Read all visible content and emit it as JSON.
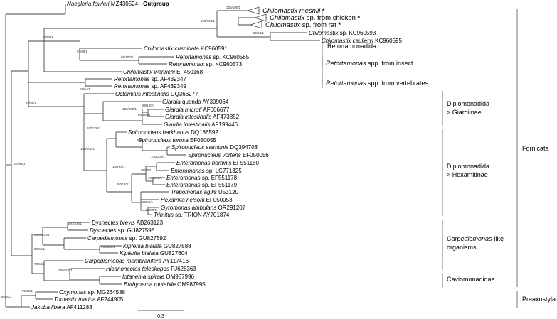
{
  "tree": {
    "outgroup_label": "Outgroup",
    "tips": [
      {
        "id": "nf",
        "name": "Naegleria fowleri",
        "acc": "MZ430524"
      },
      {
        "id": "cm",
        "name": "Chilomastix mesnili",
        "acc": "",
        "collapsed": true,
        "star": "*"
      },
      {
        "id": "cch",
        "name": "Chilomastix",
        "suffix": "sp. from chicken",
        "acc": "",
        "collapsed": true,
        "star": "*"
      },
      {
        "id": "cra",
        "name": "Chilomastix",
        "suffix": "sp. from rat",
        "acc": "",
        "collapsed": true,
        "star": "*"
      },
      {
        "id": "cs1",
        "name": "Chilomastix",
        "suffix": "sp.",
        "acc": "KC960593"
      },
      {
        "id": "cca",
        "name": "Chilomastix caulleryi",
        "acc": "KC960595"
      },
      {
        "id": "ccu",
        "name": "Chilomastix cuspidata",
        "acc": "KC960591"
      },
      {
        "id": "rt1",
        "name": "Retortamonas",
        "suffix": "sp.",
        "acc": "KC960565"
      },
      {
        "id": "rt2",
        "name": "Retortamonas",
        "suffix": "sp.",
        "acc": "KC960573"
      },
      {
        "id": "cwe",
        "name": "Chilomastix wenrichi",
        "acc": "EF450168"
      },
      {
        "id": "rt3",
        "name": "Retortamonas",
        "suffix": "sp.",
        "acc": "AF439347"
      },
      {
        "id": "rt4",
        "name": "Retortamonas",
        "suffix": "sp.",
        "acc": "AF439349"
      },
      {
        "id": "oin",
        "name": "Octomitus intestinalis",
        "acc": "DQ366277"
      },
      {
        "id": "gqu",
        "name": "Giardia",
        "suffix": "quenda",
        "acc": "AY309064"
      },
      {
        "id": "gmi",
        "name": "Giardia microti",
        "acc": "AF006677"
      },
      {
        "id": "gi1",
        "name": "Giardia intestinalis",
        "acc": "AF473852"
      },
      {
        "id": "gi2",
        "name": "Giardia intestinalis",
        "acc": "AF199446"
      },
      {
        "id": "sba",
        "name": "Spironucleus barkhanus",
        "acc": "DQ186592"
      },
      {
        "id": "sto",
        "name": "Spironucleus torosa",
        "acc": "EF050055"
      },
      {
        "id": "ssa",
        "name": "Spironucleus salmonis",
        "acc": "DQ394703"
      },
      {
        "id": "svo",
        "name": "Spironucleus vortens",
        "acc": "EF050056"
      },
      {
        "id": "eho",
        "name": "Enteromonas hominis",
        "acc": "EF551180"
      },
      {
        "id": "es1",
        "name": "Enteromonas",
        "suffix": "sp.",
        "acc": "LC771325"
      },
      {
        "id": "es2",
        "name": "Enteromonas",
        "suffix": "sp.",
        "acc": "EF551178"
      },
      {
        "id": "es3",
        "name": "Enteromonas",
        "suffix": "sp.",
        "acc": "EF551179"
      },
      {
        "id": "tag",
        "name": "Trepomonas agilis",
        "acc": "U53120"
      },
      {
        "id": "hne",
        "name": "Hexamita nelsoni",
        "acc": "EF050053"
      },
      {
        "id": "gam",
        "name": "Gyromonas ambulans",
        "acc": "OR291207"
      },
      {
        "id": "tri",
        "name": "Trimitus",
        "suffix": "sp. TRION",
        "acc": "AY701874"
      },
      {
        "id": "dbr",
        "name": "Dysnectes brevis",
        "acc": "AB263123"
      },
      {
        "id": "dsp",
        "name": "Dysnectes",
        "suffix": "sp.",
        "acc": "GU827595"
      },
      {
        "id": "csp",
        "name": "Carpediemonas",
        "suffix": "sp.",
        "acc": "GU827592"
      },
      {
        "id": "kb1",
        "name": "Kipferlia bialata",
        "acc": "GU827588"
      },
      {
        "id": "kb2",
        "name": "Kipferlia bialata",
        "acc": "GU827604"
      },
      {
        "id": "cme",
        "name": "Carpediomonas membranifera",
        "acc": "AY117416"
      },
      {
        "id": "hte",
        "name": "Hicanonectes teleskopos",
        "acc": "FJ628363"
      },
      {
        "id": "isp",
        "name": "Iotanema spirale",
        "acc": "OM987996"
      },
      {
        "id": "emu",
        "name": "Euthynema mutabile",
        "acc": "OM987995"
      },
      {
        "id": "oxy",
        "name": "Oxymonas",
        "suffix": "sp.",
        "acc": "MG264538"
      },
      {
        "id": "tma",
        "name": "Trimastix marina",
        "acc": "AF244905"
      },
      {
        "id": "jli",
        "name": "Jakoba libera",
        "acc": "AF411288"
      }
    ],
    "supports": [
      {
        "id": "s_root",
        "text": "100/98/1"
      },
      {
        "id": "s_fornA",
        "text": "89/65/1"
      },
      {
        "id": "s_retA",
        "text": "99/68/1"
      },
      {
        "id": "s_chil",
        "text": "100/100/1"
      },
      {
        "id": "s_chil2",
        "text": "100/100/1"
      },
      {
        "id": "s_chil3",
        "text": "59/98/1"
      },
      {
        "id": "s_cusp",
        "text": "97/99/1"
      },
      {
        "id": "s_ret12",
        "text": "99/100/1"
      },
      {
        "id": "s_dipl",
        "text": "91/64/1"
      },
      {
        "id": "s_giar",
        "text": "100/100/1"
      },
      {
        "id": "s_giar2",
        "text": "99/100/1"
      },
      {
        "id": "s_giar3",
        "text": "66/100/1"
      },
      {
        "id": "s_hexA",
        "text": "100/100/1"
      },
      {
        "id": "s_spir",
        "text": "100/100/1"
      },
      {
        "id": "s_hexB",
        "text": "100/95/1"
      },
      {
        "id": "s_ent",
        "text": "100/100/1"
      },
      {
        "id": "s_ent2",
        "text": "99/95/1"
      },
      {
        "id": "s_ent3",
        "text": "100/100/1"
      },
      {
        "id": "s_trep",
        "text": "97/100/1"
      },
      {
        "id": "s_hexa",
        "text": "95/98/1"
      },
      {
        "id": "s_gyro",
        "text": "97/99/1"
      },
      {
        "id": "s_carpA",
        "text": "98/91/1"
      },
      {
        "id": "s_carpB",
        "text": "58/68/0.96"
      },
      {
        "id": "s_dys",
        "text": "100/100/1"
      },
      {
        "id": "s_kip",
        "text": "100/100/1"
      },
      {
        "id": "s_cav",
        "text": "78/58/1"
      },
      {
        "id": "s_cav2",
        "text": "100/100/1"
      },
      {
        "id": "s_pre",
        "text": "85/97/1"
      },
      {
        "id": "s_pre2",
        "text": "99/99/1"
      }
    ],
    "clades": [
      {
        "id": "c_ret",
        "lines": [
          "Retortamonadida"
        ]
      },
      {
        "id": "c_insect",
        "lines": [
          "Retortamonas",
          " spp. from insect"
        ]
      },
      {
        "id": "c_vert",
        "lines": [
          "Retortamonas",
          " spp. from vertebrates"
        ]
      },
      {
        "id": "c_giar",
        "lines": [
          "Diplomonadida",
          "> Giardiinae"
        ]
      },
      {
        "id": "c_hex",
        "lines": [
          "Diplomonadida",
          "> Hexamitinae"
        ]
      },
      {
        "id": "c_carp",
        "lines": [
          "Carpediemonas",
          "-like",
          "organisms"
        ]
      },
      {
        "id": "c_cav",
        "lines": [
          "Caviomonadidae"
        ]
      },
      {
        "id": "c_forn",
        "lines": [
          "Fornicata"
        ]
      },
      {
        "id": "c_pre",
        "lines": [
          "Preaxostyla"
        ]
      }
    ],
    "scale_bar": {
      "label": "0.3",
      "length": 0.3
    }
  }
}
